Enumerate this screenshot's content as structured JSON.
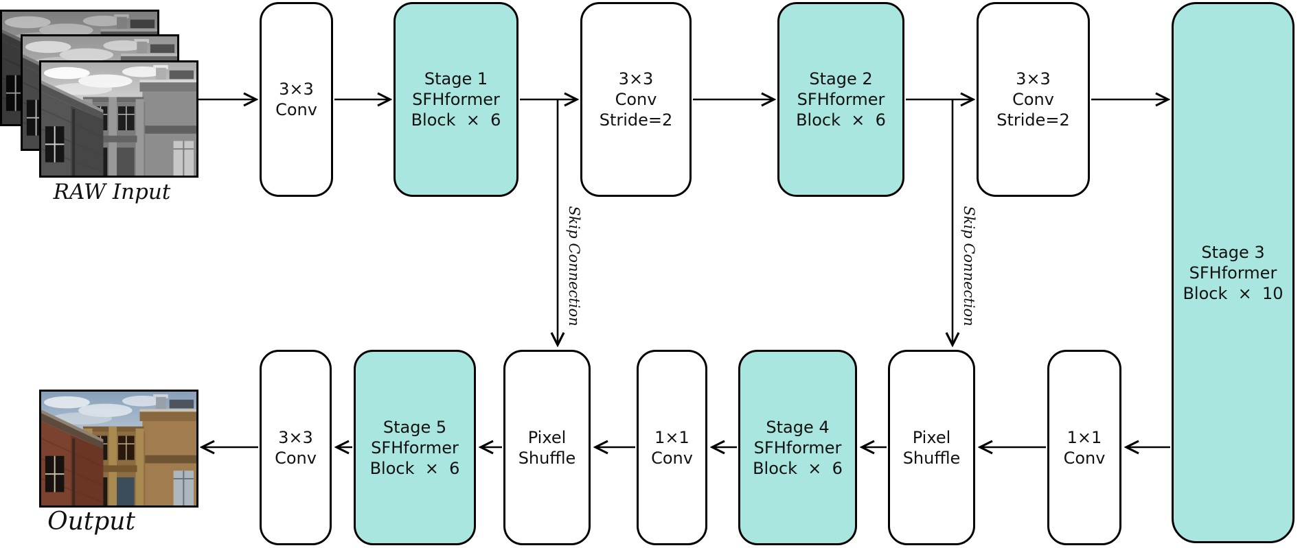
{
  "diagram": {
    "input_label": "RAW Input",
    "output_label": "Output",
    "skip_connection_label": "Skip Connection",
    "colors": {
      "stage_block_fill": "#a9e6df",
      "conv_block_fill": "#ffffff",
      "stroke": "#000000",
      "background": "#ffffff"
    },
    "top_row": {
      "conv_in": "3×3\nConv",
      "stage1": "Stage 1\nSFHformer\nBlock  ×  6",
      "down1": "3×3\nConv\nStride=2",
      "stage2": "Stage 2\nSFHformer\nBlock  ×  6",
      "down2": "3×3\nConv\nStride=2",
      "stage3": "Stage 3\nSFHformer\nBlock  ×  10"
    },
    "bottom_row": {
      "conv_out": "3×3\nConv",
      "stage5": "Stage 5\nSFHformer\nBlock  ×  6",
      "shuffle_left": "Pixel\nShuffle",
      "conv1x1_left": "1×1\nConv",
      "stage4": "Stage 4\nSFHformer\nBlock  ×  6",
      "shuffle_right": "Pixel\nShuffle",
      "conv1x1_right": "1×1\nConv"
    }
  }
}
